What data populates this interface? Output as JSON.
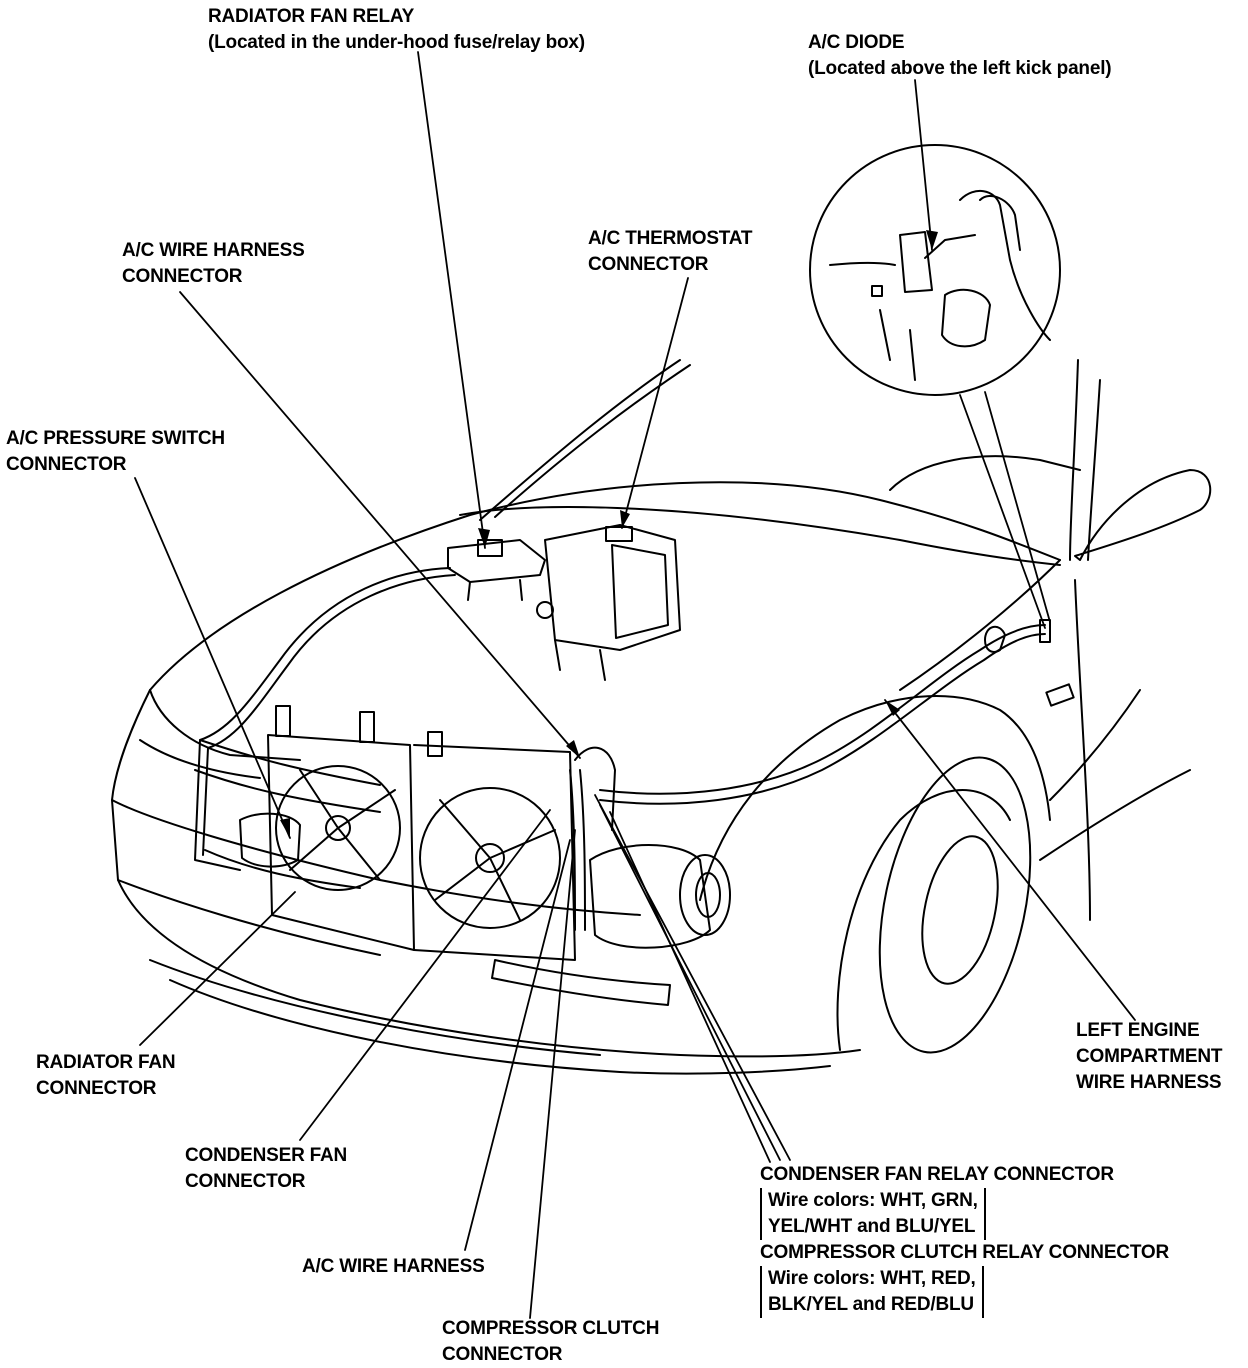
{
  "labels": {
    "radiator_fan_relay": {
      "title": "RADIATOR FAN RELAY",
      "note": "(Located in the under-hood fuse/relay box)"
    },
    "ac_diode": {
      "title": "A/C DIODE",
      "note": "(Located above the left kick panel)"
    },
    "ac_wire_harness_connector": {
      "line1": "A/C WIRE HARNESS",
      "line2": "CONNECTOR"
    },
    "ac_thermostat_connector": {
      "line1": "A/C THERMOSTAT",
      "line2": "CONNECTOR"
    },
    "ac_pressure_switch_connector": {
      "line1": "A/C PRESSURE SWITCH",
      "line2": "CONNECTOR"
    },
    "radiator_fan_connector": {
      "line1": "RADIATOR FAN",
      "line2": "CONNECTOR"
    },
    "condenser_fan_connector": {
      "line1": "CONDENSER FAN",
      "line2": "CONNECTOR"
    },
    "ac_wire_harness": {
      "line1": "A/C WIRE HARNESS"
    },
    "compressor_clutch_connector": {
      "line1": "COMPRESSOR CLUTCH",
      "line2": "CONNECTOR"
    },
    "left_engine_harness": {
      "line1": "LEFT ENGINE",
      "line2": "COMPARTMENT",
      "line3": "WIRE HARNESS"
    },
    "condenser_fan_relay_connector": {
      "title": "CONDENSER FAN RELAY CONNECTOR",
      "wire1": "Wire colors: WHT, GRN,",
      "wire2": "YEL/WHT and BLU/YEL"
    },
    "compressor_clutch_relay_connector": {
      "title": "COMPRESSOR CLUTCH RELAY CONNECTOR",
      "wire1": "Wire colors: WHT, RED,",
      "wire2": "BLK/YEL and RED/BLU"
    }
  }
}
